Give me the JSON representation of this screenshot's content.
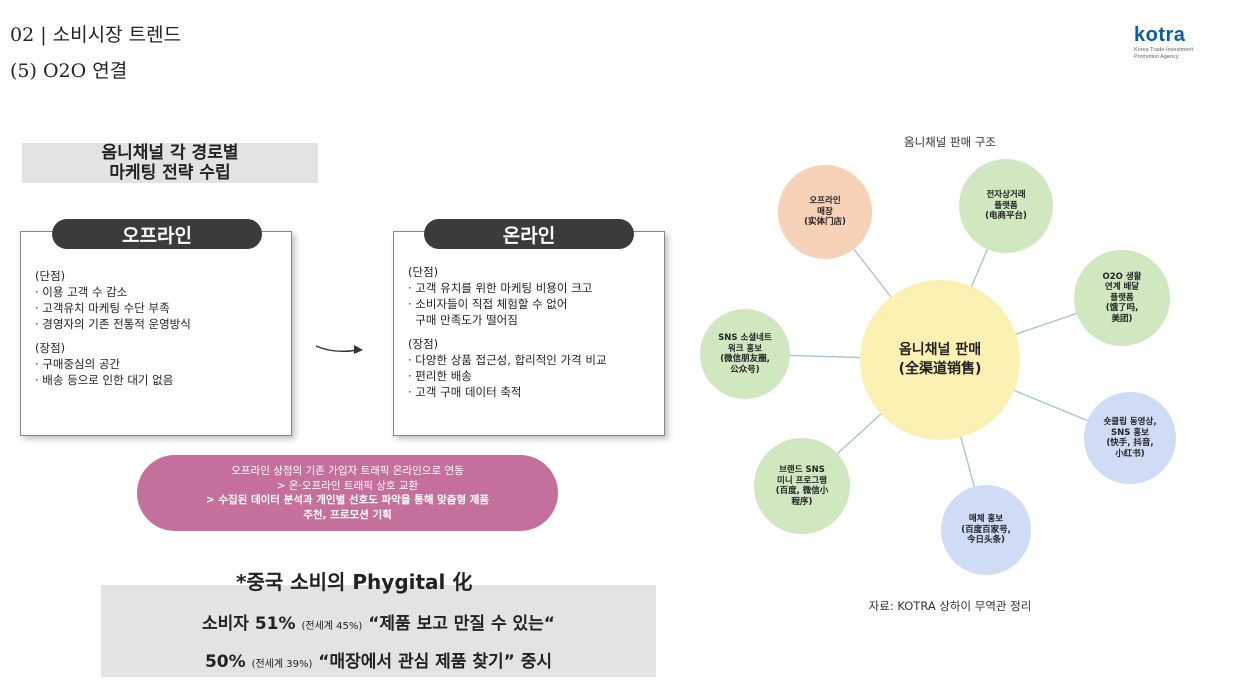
{
  "header": {
    "line1": "02 | 소비시장 트렌드",
    "line2": "(5) O2O 연결"
  },
  "logo": {
    "main": "kotra",
    "sub1": "Korea Trade-Investment",
    "sub2": "Promotion Agency"
  },
  "strategy_title": "옴니채널 각 경로별\n마케팅 전략 수립",
  "offline": {
    "label": "오프라인",
    "cons_title": "(단점)",
    "cons": [
      "· 이용 고객 수 감소",
      "· 고객유치 마케팅 수단 부족",
      "· 경영자의 기존 전통적 운영방식"
    ],
    "pros_title": "(장점)",
    "pros": [
      "· 구매중심의 공간",
      "· 배송 등으로 인한 대기 없음"
    ]
  },
  "online": {
    "label": "온라인",
    "cons_title": "(단점)",
    "cons": [
      "· 고객 유치를 위한 마케팅 비용이 크고",
      "· 소비자들이 직접 체험할 수 없어",
      "  구매 만족도가 떨어짐"
    ],
    "pros_title": "(장점)",
    "pros": [
      "· 다양한 상품 접근성, 합리적인 가격 비교",
      "· 편리한 배송",
      "· 고객 구매 데이터 축적"
    ]
  },
  "summary": {
    "line1": "오프라인 상점의 기존 가입자 트래픽 온라인으로 연동",
    "line2": "> 온·오프라인 트래픽 상호 교환",
    "line3": "> 수집된 데이터 분석과 개인별 선호도 파악을 통해 맞춤형 제품",
    "line4": "추천, 프로모션 기획"
  },
  "phygital": {
    "title": "*중국 소비의 Phygital 化",
    "l1_main": "소비자 51% ",
    "l1_small": "(전세계 45%)",
    "l1_quote": " “제품 보고 만질 수 있는“",
    "l2_main": "50% ",
    "l2_small": "(전세계 39%)",
    "l2_quote": " “매장에서 관심 제품 찾기” 중시"
  },
  "diagram": {
    "title": "옴니채널 판매 구조",
    "center_line1": "옴니채널 판매",
    "center_line2": "(全渠道销售)",
    "source": "자료: KOTRA 상하이 무역관 정리",
    "nodes": [
      {
        "text": "오프라인\n매장\n(实体门店)",
        "color": "#f8d2b8"
      },
      {
        "text": "전자상거래\n플랫폼\n(电商平台)",
        "color": "#cfe8c0"
      },
      {
        "text": "O2O 생활\n연계 배달\n플랫폼\n(饿了吗,\n美团)",
        "color": "#cfe8c0"
      },
      {
        "text": "숏클립 동영상,\nSNS 홍보\n(快手, 抖音,\n小红书)",
        "color": "#cfdcf6"
      },
      {
        "text": "매체 홍보\n(百度百家号,\n今日头条)",
        "color": "#cfdcf6"
      },
      {
        "text": "브랜드 SNS\n미니 프로그램\n(百度, 微信小\n程序)",
        "color": "#cfe8c0"
      },
      {
        "text": "SNS 소셜네트\n워크 홍보\n(微信朋友圈,\n公众号)",
        "color": "#cfe8c0"
      }
    ],
    "center_color": "#fbf1b3",
    "line_color": "#a9c3d8"
  }
}
